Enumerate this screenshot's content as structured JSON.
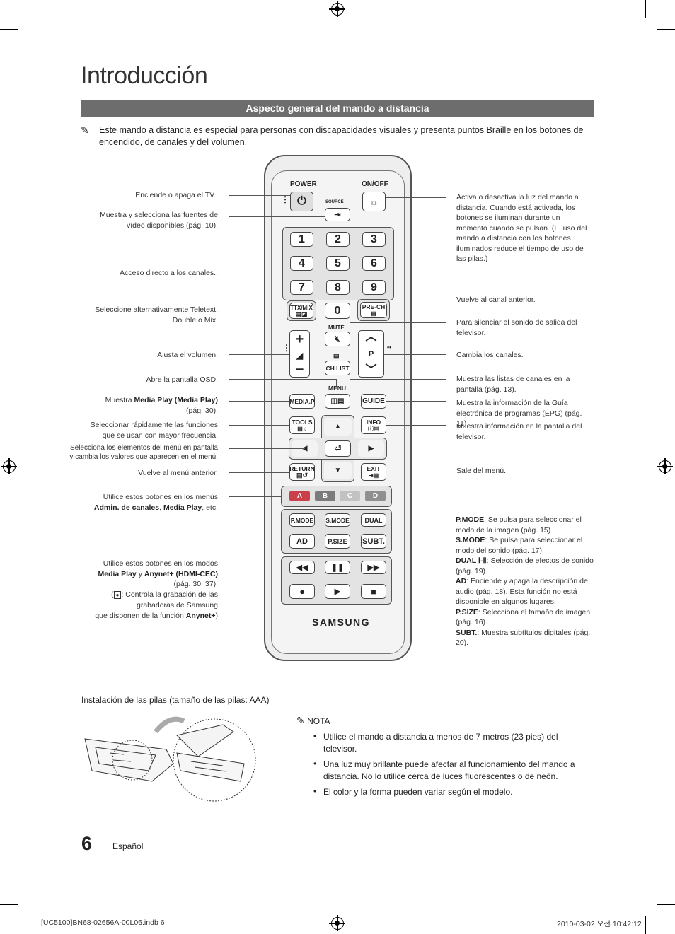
{
  "page": {
    "title": "Introducción",
    "section_title": "Aspecto general del mando a distancia",
    "intro_icon": "pencil-note-icon",
    "intro_text": "Este mando a distancia es especial para personas con discapacidades visuales y presenta puntos Braille en los botones de encendido, de canales y del volumen.",
    "page_number": "6",
    "language": "Español",
    "footer_left": "[UC5100]BN68-02656A-00L06.indb   6",
    "footer_right": "2010-03-02   오전 10:42:12"
  },
  "remote": {
    "power": "POWER",
    "onoff": "ON/OFF",
    "source": "SOURCE",
    "digits": [
      "1",
      "2",
      "3",
      "4",
      "5",
      "6",
      "7",
      "8",
      "9",
      "0"
    ],
    "ttx": "TTX/MIX",
    "prech": "PRE-CH",
    "mute": "MUTE",
    "p": "P",
    "chlist": "CH LIST",
    "menu": "MENU",
    "mediap": "MEDIA.P",
    "guide": "GUIDE",
    "tools": "TOOLS",
    "info": "INFO",
    "return": "RETURN",
    "exit": "EXIT",
    "colors": [
      "A",
      "B",
      "C",
      "D"
    ],
    "pmode": "P.MODE",
    "smode": "S.MODE",
    "dual": "DUAL",
    "ad": "AD",
    "psize": "P.SIZE",
    "subt": "SUBT.",
    "brand": "SAMSUNG",
    "color_values": {
      "a": "#c9404a",
      "b": "#7b7b7b",
      "c": "#c2c2c2",
      "d": "#8f8f8f"
    }
  },
  "labels_left": {
    "l1": "Enciende o apaga el TV..",
    "l2": "Muestra y selecciona las fuentes de vídeo disponibles (pág. 10).",
    "l3": "Acceso directo a los canales..",
    "l4": "Seleccione alternativamente Teletext, Double o Mix.",
    "l5": "Ajusta el volumen.",
    "l6": "Abre la pantalla OSD.",
    "l7_pre": "Muestra ",
    "l7_bold": "Media Play (Media Play)",
    "l7_post": "(pág. 30).",
    "l8": "Seleccionar rápidamente las funciones que se usan con mayor frecuencia.",
    "l9": "Selecciona los elementos del menú en pantalla y cambia los valores que aparecen en el menú.",
    "l10": "Vuelve al menú anterior.",
    "l11_pre": "Utilice estos botones en los menús",
    "l11_b1": "Admin. de canales",
    "l11_sep": ", ",
    "l11_b2": "Media Play",
    "l11_post": ", etc.",
    "l12_pre": "Utilice estos botones en los modos",
    "l12_b1": "Media Play",
    "l12_y": " y ",
    "l12_b2": "Anynet+ (HDMI-CEC)",
    "l12_pag": "(pág. 30, 37).",
    "l12_rec1": ": Controla la grabación de las",
    "l12_rec2": "grabadoras de Samsung",
    "l12_rec3": "que disponen de la función ",
    "l12_b3": "Anynet+"
  },
  "labels_right": {
    "r1": "Activa o desactiva la luz del mando a distancia. Cuando está activada, los botones se iluminan durante un momento cuando se pulsan. (El uso del mando a distancia con los botones iluminados reduce el tiempo de uso de las pilas.)",
    "r2": "Vuelve al canal anterior.",
    "r3": "Para silenciar el sonido de salida del televisor.",
    "r4": "Cambia los canales.",
    "r5": "Muestra las listas de canales en la pantalla (pág. 13).",
    "r6": "Muestra la información de la Guía electrónica de programas (EPG) (pág. 11).",
    "r7": "Muestra información en la pantalla del televisor.",
    "r8": "Sale del menú.",
    "pmode_k": "P.MODE",
    "pmode_v": ": Se pulsa para seleccionar el modo de la imagen (pág. 15).",
    "smode_k": "S.MODE",
    "smode_v": ": Se pulsa para seleccionar el modo del sonido (pág. 17).",
    "dual_k": "DUAL Ⅰ-Ⅱ",
    "dual_v": ": Selección de efectos de sonido (pág. 19).",
    "ad_k": "AD",
    "ad_v": ": Enciende y apaga la descripción de audio (pág. 18). Esta función no está disponible en algunos lugares.",
    "psize_k": "P.SIZE",
    "psize_v": ": Selecciona el tamaño de imagen (pág. 16).",
    "subt_k": "SUBT.",
    "subt_v": ": Muestra subtítulos digitales (pág. 20)."
  },
  "batteries": {
    "title": "Instalación de las pilas (tamaño de las pilas: AAA)",
    "nota_icon": "pencil-note-icon",
    "nota_label": "NOTA",
    "notes": [
      "Utilice el mando a distancia a menos de 7 metros (23 pies) del televisor.",
      "Una luz muy brillante puede afectar al funcionamiento del mando a distancia. No lo utilice cerca de luces fluorescentes o de neón.",
      "El color y la forma pueden variar según el modelo."
    ]
  }
}
